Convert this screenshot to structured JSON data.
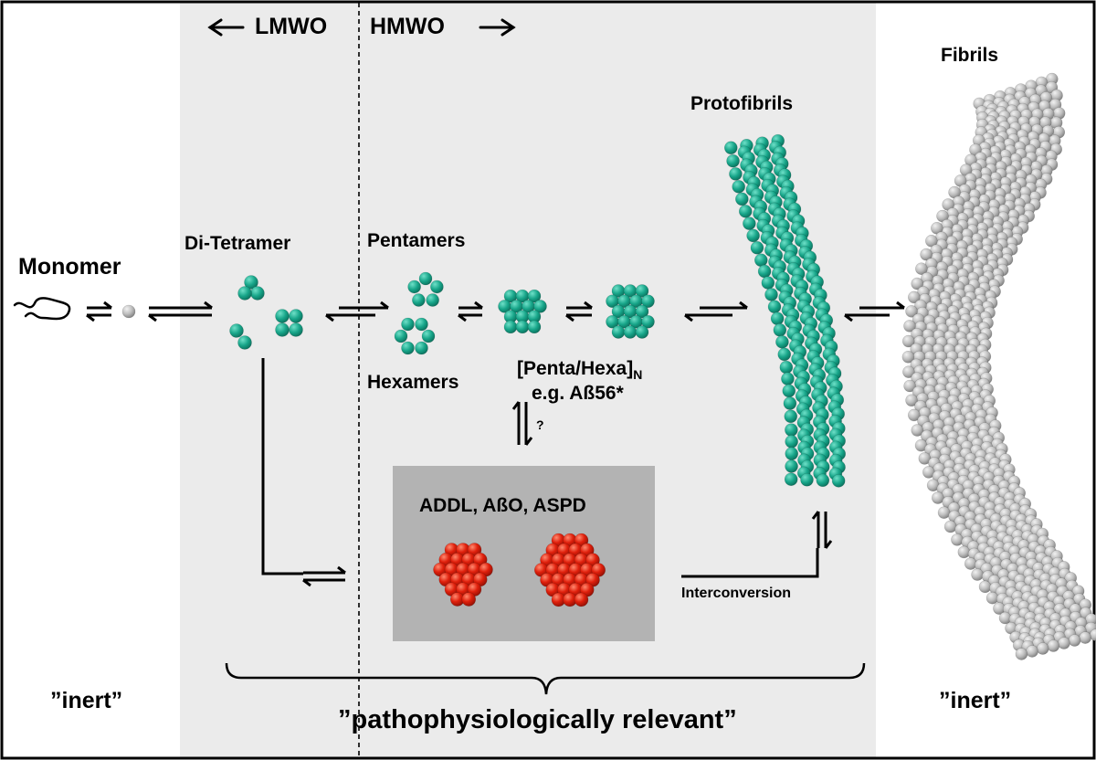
{
  "oligomer_size_labels": {
    "left": "LMWO",
    "right": "HMWO"
  },
  "species": {
    "monomer": "Monomer",
    "di_tetramer": "Di-Tetramer",
    "pentamers": "Pentamers",
    "hexamers": "Hexamers",
    "penta_hexa_main": "[Penta/Hexa]",
    "penta_hexa_subscript": "N",
    "penta_hexa_example": "e.g. Aß56*",
    "protofibrils": "Protofibrils",
    "fibrils": "Fibrils",
    "addl_group": "ADDL, AßO, ASPD"
  },
  "annotations": {
    "question_mark": "?",
    "interconversion": "Interconversion"
  },
  "bottom_labels": {
    "left_inert": "”inert”",
    "right_inert": "”inert”",
    "relevant": "”pathophysiologically relevant”"
  },
  "colors": {
    "shaded_region": "#ebebeb",
    "addl_box": "#b3b3b3",
    "oligomer_sphere": "#17a589",
    "addl_sphere": "#e0200c",
    "fibril_sphere": "#b9b9b9",
    "frame": "#000000"
  }
}
